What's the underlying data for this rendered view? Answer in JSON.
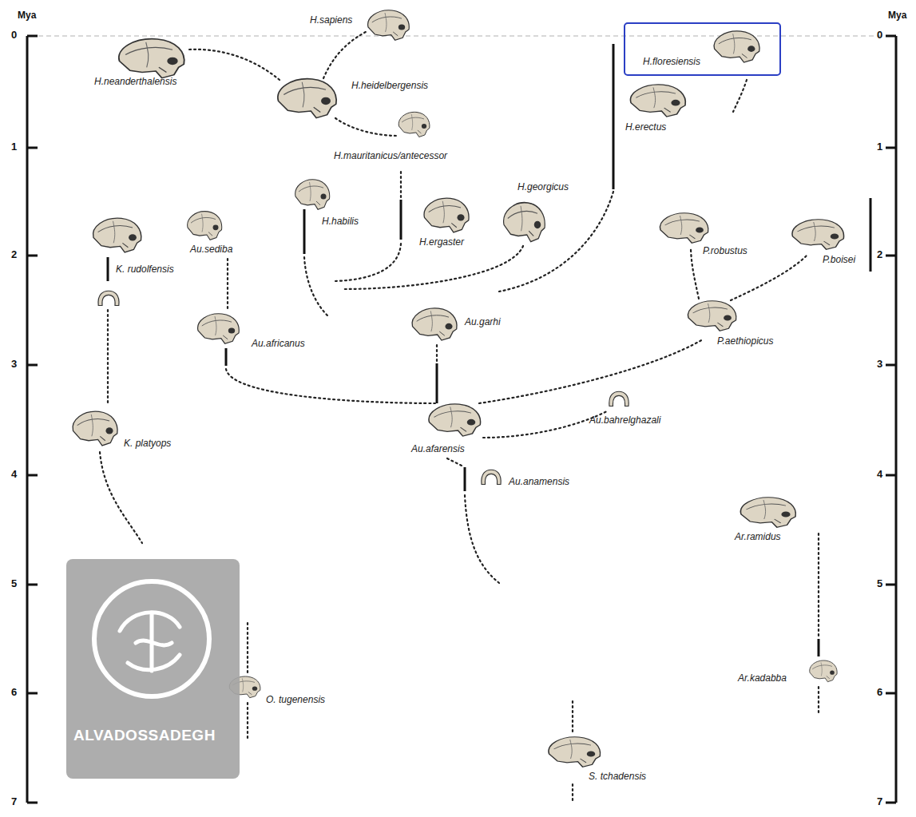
{
  "diagram": {
    "nodes": [
      {
        "text": [
          "H.floresiensis"
        ]
      }
    ],
    "labels": [
      "Mya",
      "Mya",
      "0",
      "1",
      "2",
      "3",
      "4",
      "5",
      "6",
      "7",
      "0",
      "1",
      "2",
      "3",
      "4",
      "5",
      "6",
      "7",
      "H.sapiens",
      "H.neanderthalensis",
      "H.heidelbergensis",
      "H.mauritanicus/antecessor",
      "H.erectus",
      "H.habilis",
      "H.ergaster",
      "H.georgicus",
      "K. rudolfensis",
      "Au.sediba",
      "P.robustus",
      "P.boisei",
      "Au.africanus",
      "Au.garhi",
      "P.aethiopicus",
      "Au.afarensis",
      "Au.bahrelghazali",
      "K. platyops",
      "Au.anamensis",
      "Ar.ramidus",
      "Ar.kadabba",
      "O. tugenensis",
      "S. tchadensis",
      "ALVADOSSADEGH"
    ]
  }
}
